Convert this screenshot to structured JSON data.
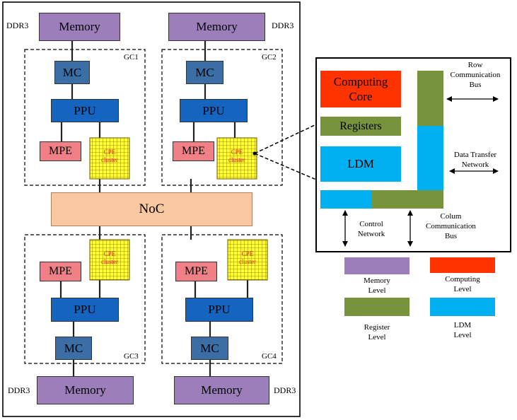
{
  "colors": {
    "memory": "#9c7fba",
    "mc": "#3a6ea5",
    "ppu": "#1565c0",
    "mpe": "#f07f86",
    "cpe": "#ffff33",
    "noc": "#f8c8a0",
    "computing": "#ff3300",
    "registers": "#77933c",
    "ldm": "#00b0f0"
  },
  "chip": {
    "memories": [
      "Memory",
      "Memory",
      "Memory",
      "Memory"
    ],
    "ddr": [
      "DDR3",
      "DDR3",
      "DDR3",
      "DDR3"
    ],
    "mc": [
      "MC",
      "MC",
      "MC",
      "MC"
    ],
    "ppu": [
      "PPU",
      "PPU",
      "PPU",
      "PPU"
    ],
    "mpe": [
      "MPE",
      "MPE",
      "MPE",
      "MPE"
    ],
    "cpe": [
      "CPE",
      "CPE",
      "CPE",
      "CPE"
    ],
    "cluster": [
      "cluster",
      "cluster",
      "cluster",
      "cluster"
    ],
    "groups": [
      "GC1",
      "GC2",
      "GC3",
      "GC4"
    ],
    "noc": "NoC"
  },
  "core": {
    "computing_line1": "Computing",
    "computing_line2": "Core",
    "registers": "Registers",
    "ldm": "LDM",
    "row_bus": [
      "Row",
      "Communication",
      "Bus"
    ],
    "data_transfer": [
      "Data Transfer",
      "Network"
    ],
    "control": [
      "Control",
      "Network"
    ],
    "colum_bus": [
      "Colum",
      "Communication",
      "Bus"
    ]
  },
  "legend": {
    "memory": [
      "Memory",
      "Level"
    ],
    "computing": [
      "Computing",
      "Level"
    ],
    "register": [
      "Register",
      "Level"
    ],
    "ldm": [
      "LDM",
      "Level"
    ]
  }
}
